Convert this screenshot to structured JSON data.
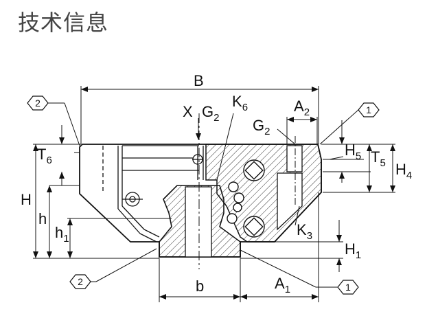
{
  "title": "技术信息",
  "labels": {
    "B": "B",
    "X": "X",
    "G2_top": {
      "main": "G",
      "sub": "2"
    },
    "K6": {
      "main": "K",
      "sub": "6"
    },
    "A2": {
      "main": "A",
      "sub": "2"
    },
    "G2_right": {
      "main": "G",
      "sub": "2"
    },
    "T6": {
      "main": "T",
      "sub": "6"
    },
    "H5": {
      "main": "H",
      "sub": "5"
    },
    "T5": {
      "main": "T",
      "sub": "5"
    },
    "H4": {
      "main": "H",
      "sub": "4"
    },
    "H": "H",
    "h": "h",
    "h1": {
      "main": "h",
      "sub": "1"
    },
    "K3": {
      "main": "K",
      "sub": "3"
    },
    "H1": {
      "main": "H",
      "sub": "1"
    },
    "b": "b",
    "A1": {
      "main": "A",
      "sub": "1"
    }
  },
  "callouts": {
    "c2_top": "2",
    "c1_top": "1",
    "c2_bottom": "2",
    "c1_bottom": "1"
  },
  "colors": {
    "line": "#111111",
    "hatch": "#333333",
    "title": "#444444"
  }
}
